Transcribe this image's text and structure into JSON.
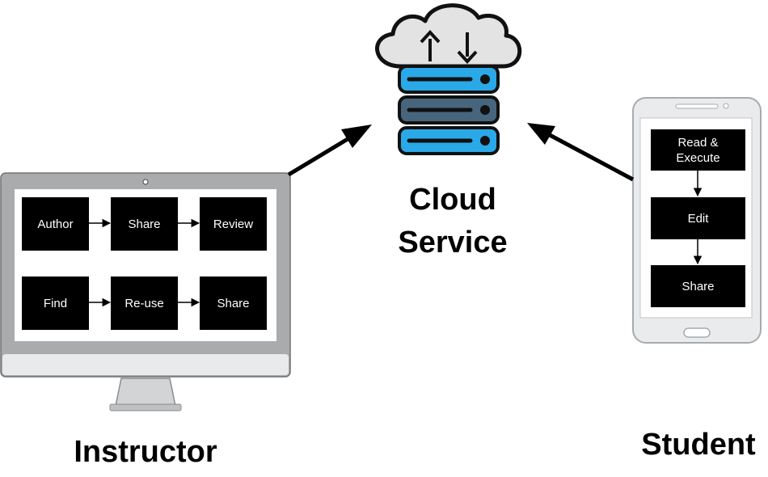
{
  "cloud": {
    "title_line1": "Cloud",
    "title_line2": "Service",
    "icon": "cloud-server-icon",
    "server_colors": [
      "#2aa9e8",
      "#47667e",
      "#2aa9e8"
    ]
  },
  "instructor": {
    "label": "Instructor",
    "device_icon": "desktop-monitor-icon",
    "row1": [
      "Author",
      "Share",
      "Review"
    ],
    "row2": [
      "Find",
      "Re-use",
      "Share"
    ]
  },
  "student": {
    "label": "Student",
    "device_icon": "smartphone-icon",
    "steps": [
      "Read &\nExecute",
      "Edit",
      "Share"
    ]
  }
}
